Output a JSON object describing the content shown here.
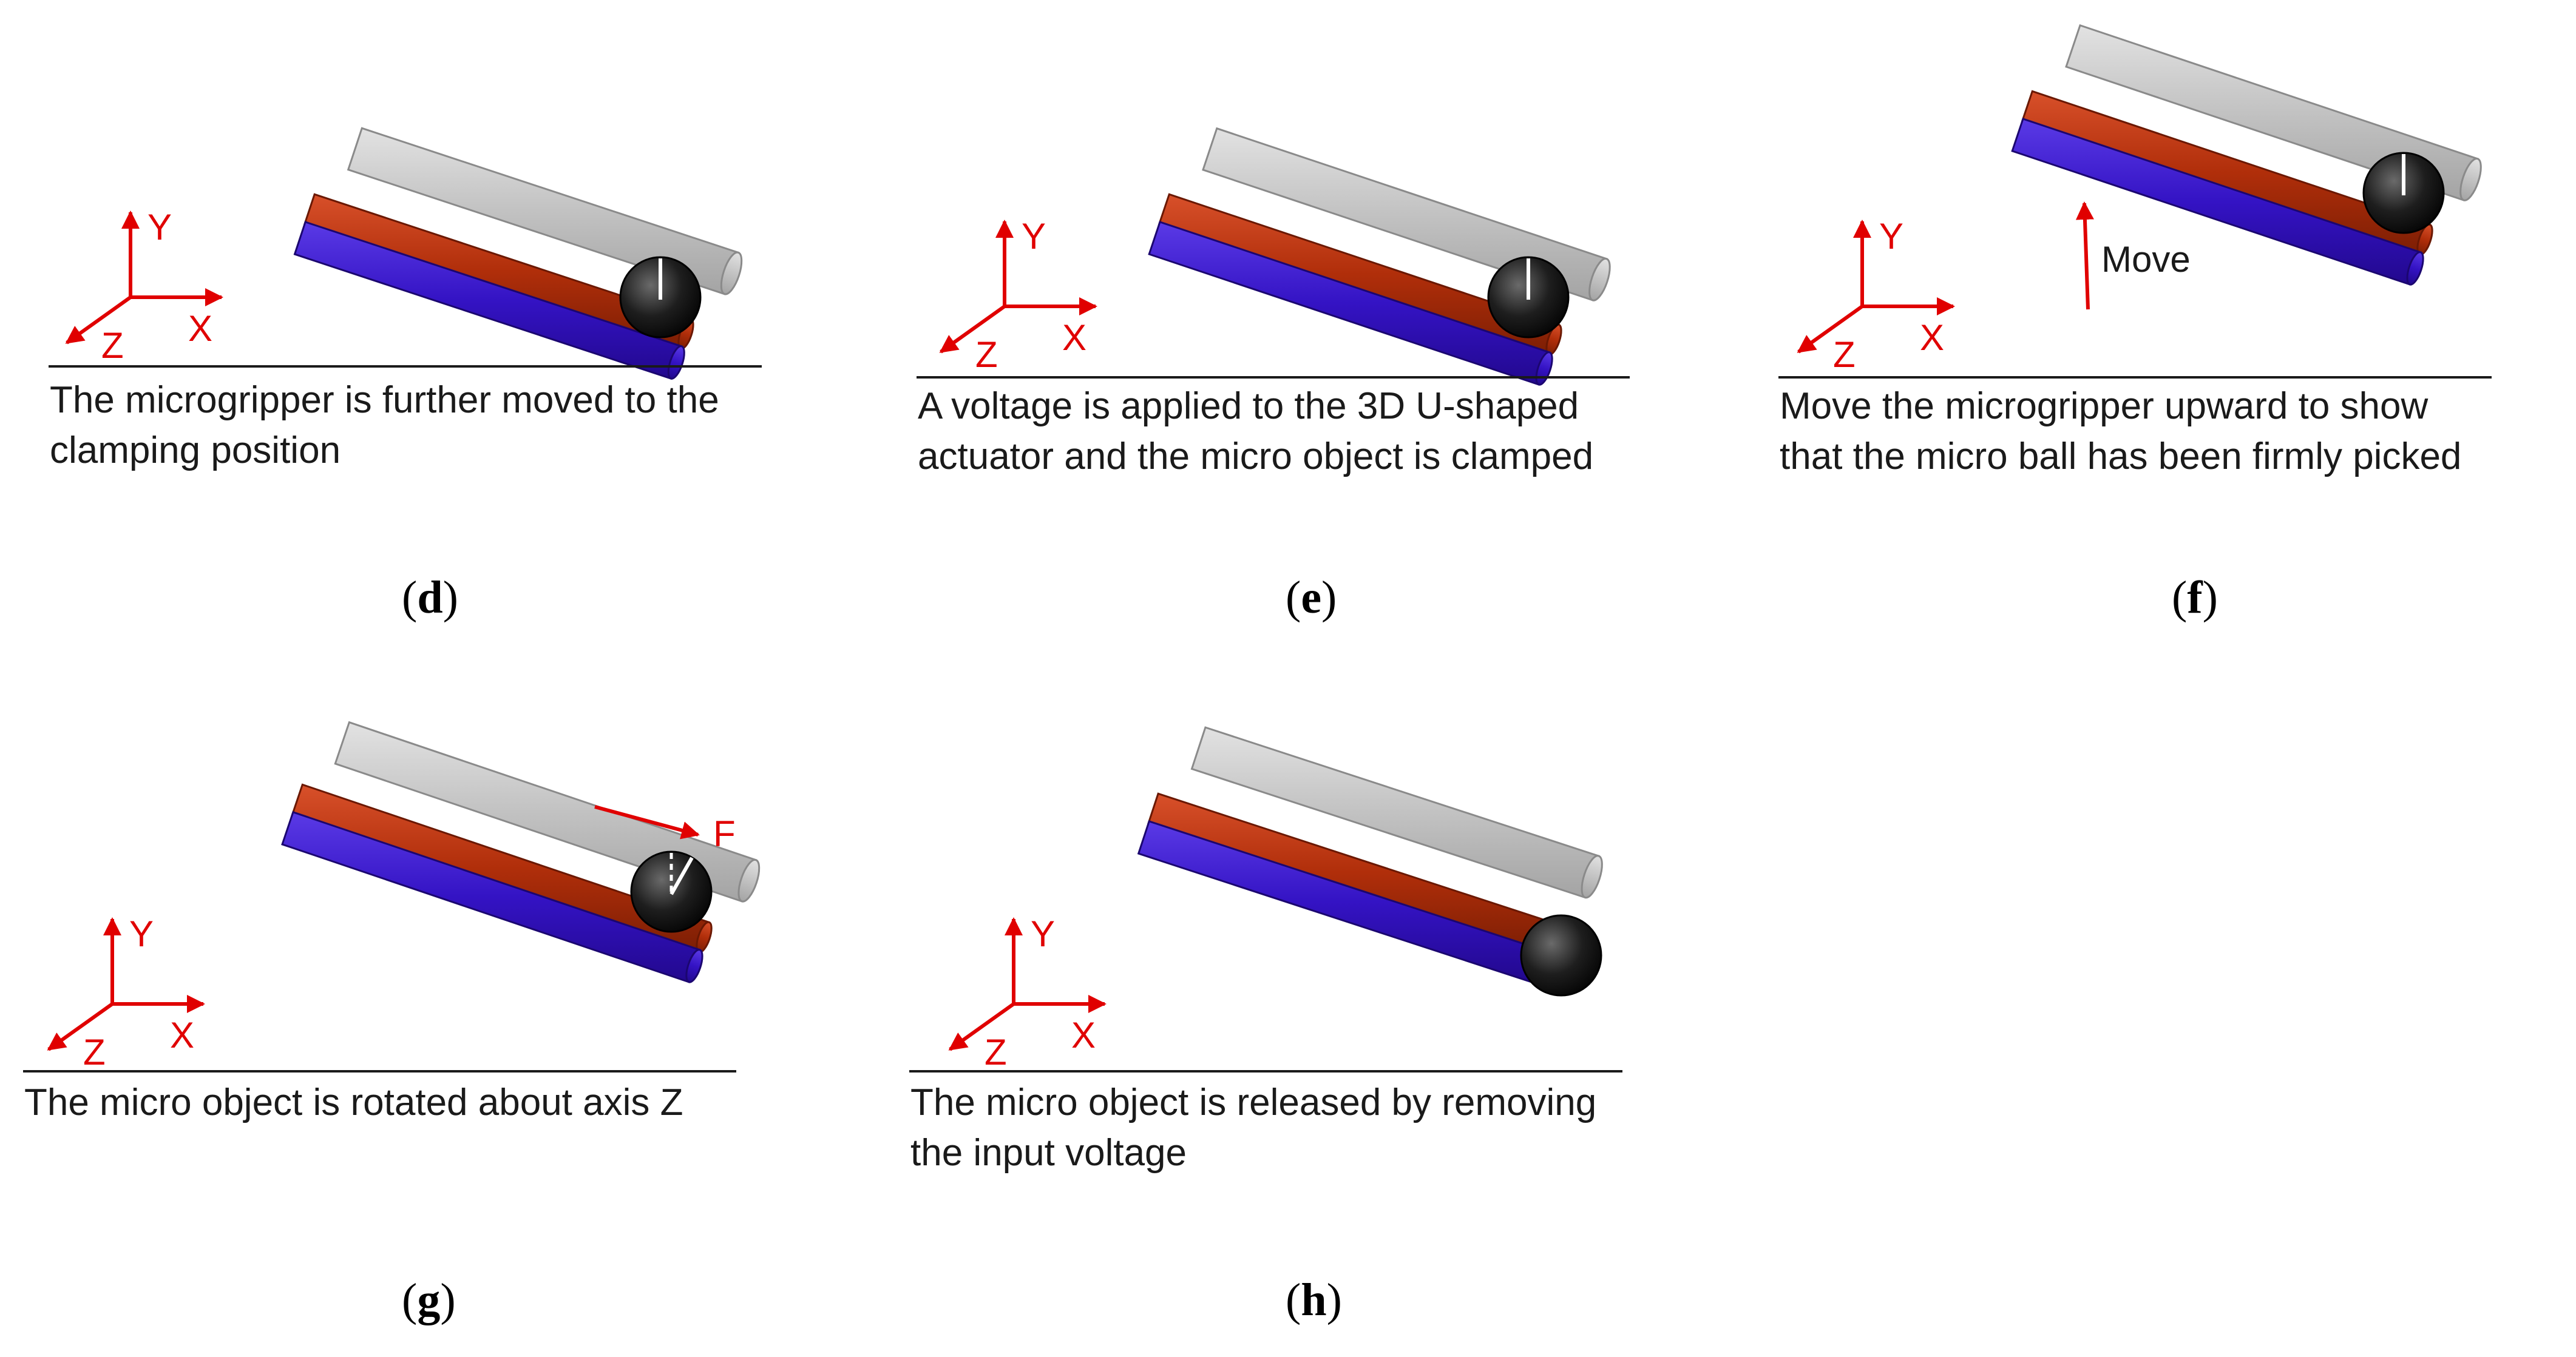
{
  "colors": {
    "axis_red": "#e00000",
    "grey_arm": "#c8c8c8",
    "red_layer": "#b8300c",
    "blue_layer": "#3b17c8",
    "ball": "#1a1a1a",
    "baseline": "#1a1a1a"
  },
  "axis_labels": {
    "x": "X",
    "y": "Y",
    "z": "Z"
  },
  "panels": [
    {
      "id": "d",
      "label": "d",
      "caption_lines": [
        "The microgripper is further moved to the",
        "clamping position"
      ],
      "ball_state": "clamp",
      "annotation": null
    },
    {
      "id": "e",
      "label": "e",
      "caption_lines": [
        "A voltage is applied to the 3D U-shaped",
        "actuator and the micro object is clamped"
      ],
      "ball_state": "clamp",
      "annotation": null
    },
    {
      "id": "f",
      "label": "f",
      "caption_lines": [
        "Move the microgripper upward to show",
        "that the micro ball has been firmly picked"
      ],
      "ball_state": "clamp",
      "annotation": {
        "type": "move",
        "text": "Move"
      }
    },
    {
      "id": "g",
      "label": "g",
      "caption_lines": [
        "The micro object is rotated about axis Z"
      ],
      "ball_state": "rotate",
      "annotation": {
        "type": "force",
        "text": "F"
      }
    },
    {
      "id": "h",
      "label": "h",
      "caption_lines": [
        "The micro object is released by removing",
        "the input voltage"
      ],
      "ball_state": "release",
      "annotation": null
    }
  ]
}
